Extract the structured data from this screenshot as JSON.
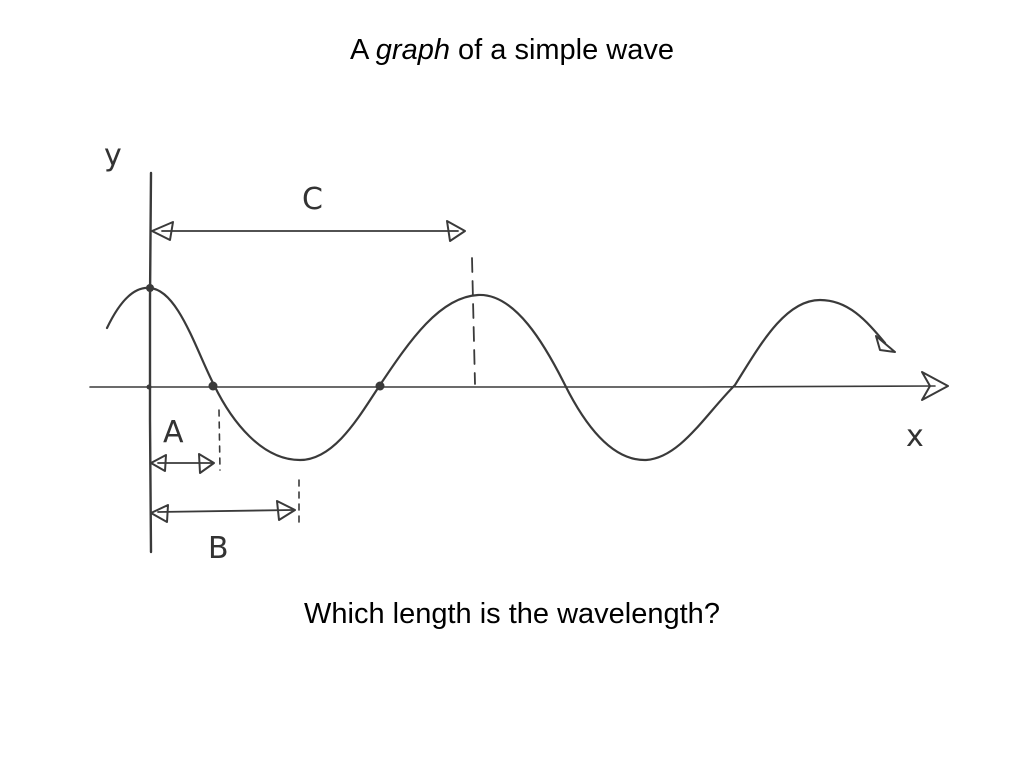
{
  "slide": {
    "title": {
      "prefix": "A ",
      "emphasis": "graph",
      "suffix": " of a simple wave"
    },
    "question": "Which length is the wavelength?"
  },
  "diagram": {
    "axis_labels": {
      "y": "y",
      "x": "x"
    },
    "length_labels": {
      "a": "A",
      "b": "B",
      "c": "C"
    },
    "ink_color": "#3a3a3a"
  }
}
